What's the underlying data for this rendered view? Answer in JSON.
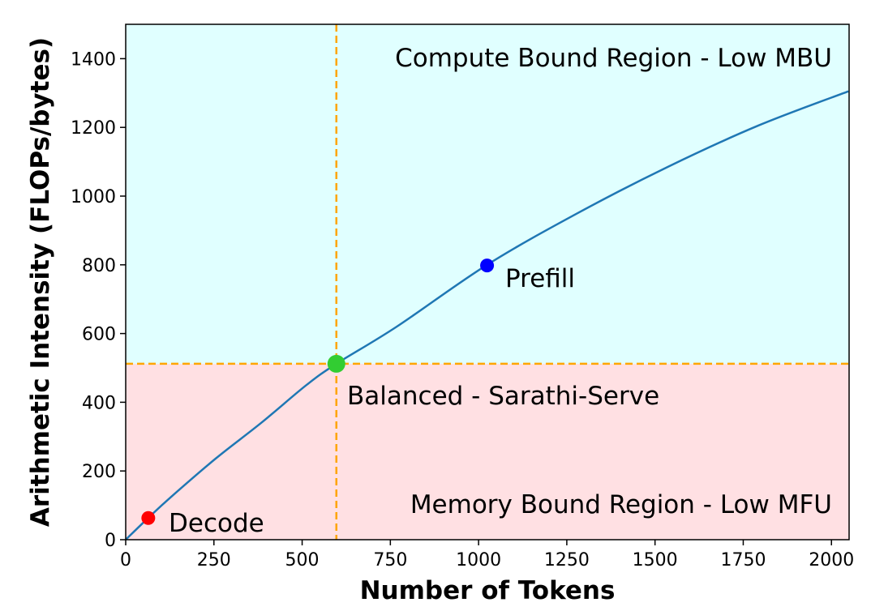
{
  "chart_data": {
    "type": "line",
    "title": "",
    "xlabel": "Number of Tokens",
    "ylabel": "Arithmetic Intensity (FLOPs/bytes)",
    "xlim": [
      0,
      2050
    ],
    "ylim": [
      0,
      1500
    ],
    "x_ticks": [
      0,
      250,
      500,
      750,
      1000,
      1250,
      1500,
      1750,
      2000
    ],
    "y_ticks": [
      0,
      200,
      400,
      600,
      800,
      1000,
      1200,
      1400
    ],
    "grid": false,
    "regions": [
      {
        "label": "Compute Bound Region - Low MBU",
        "y_from": 512,
        "y_to": 1500,
        "color": "#e0ffff"
      },
      {
        "label": "Memory Bound Region - Low MFU",
        "y_from": 0,
        "y_to": 512,
        "color": "#ffe0e3"
      }
    ],
    "reference_lines": {
      "x": 597,
      "y": 512,
      "color": "#ffa500"
    },
    "curve": {
      "color": "#1f77b4",
      "x": [
        0,
        64,
        128,
        256,
        384,
        512,
        597,
        768,
        1024,
        1280,
        1536,
        1792,
        2048
      ],
      "y": [
        0,
        63.5,
        124,
        237,
        340,
        450,
        512,
        620,
        800,
        950,
        1085,
        1205,
        1305
      ]
    },
    "points": [
      {
        "label": "Decode",
        "x": 64,
        "y": 63,
        "color": "#ff0000"
      },
      {
        "label": "Balanced - Sarathi-Serve",
        "x": 597,
        "y": 512,
        "color": "#32cd32"
      },
      {
        "label": "Prefill",
        "x": 1024,
        "y": 798,
        "color": "#0000ff"
      }
    ]
  }
}
